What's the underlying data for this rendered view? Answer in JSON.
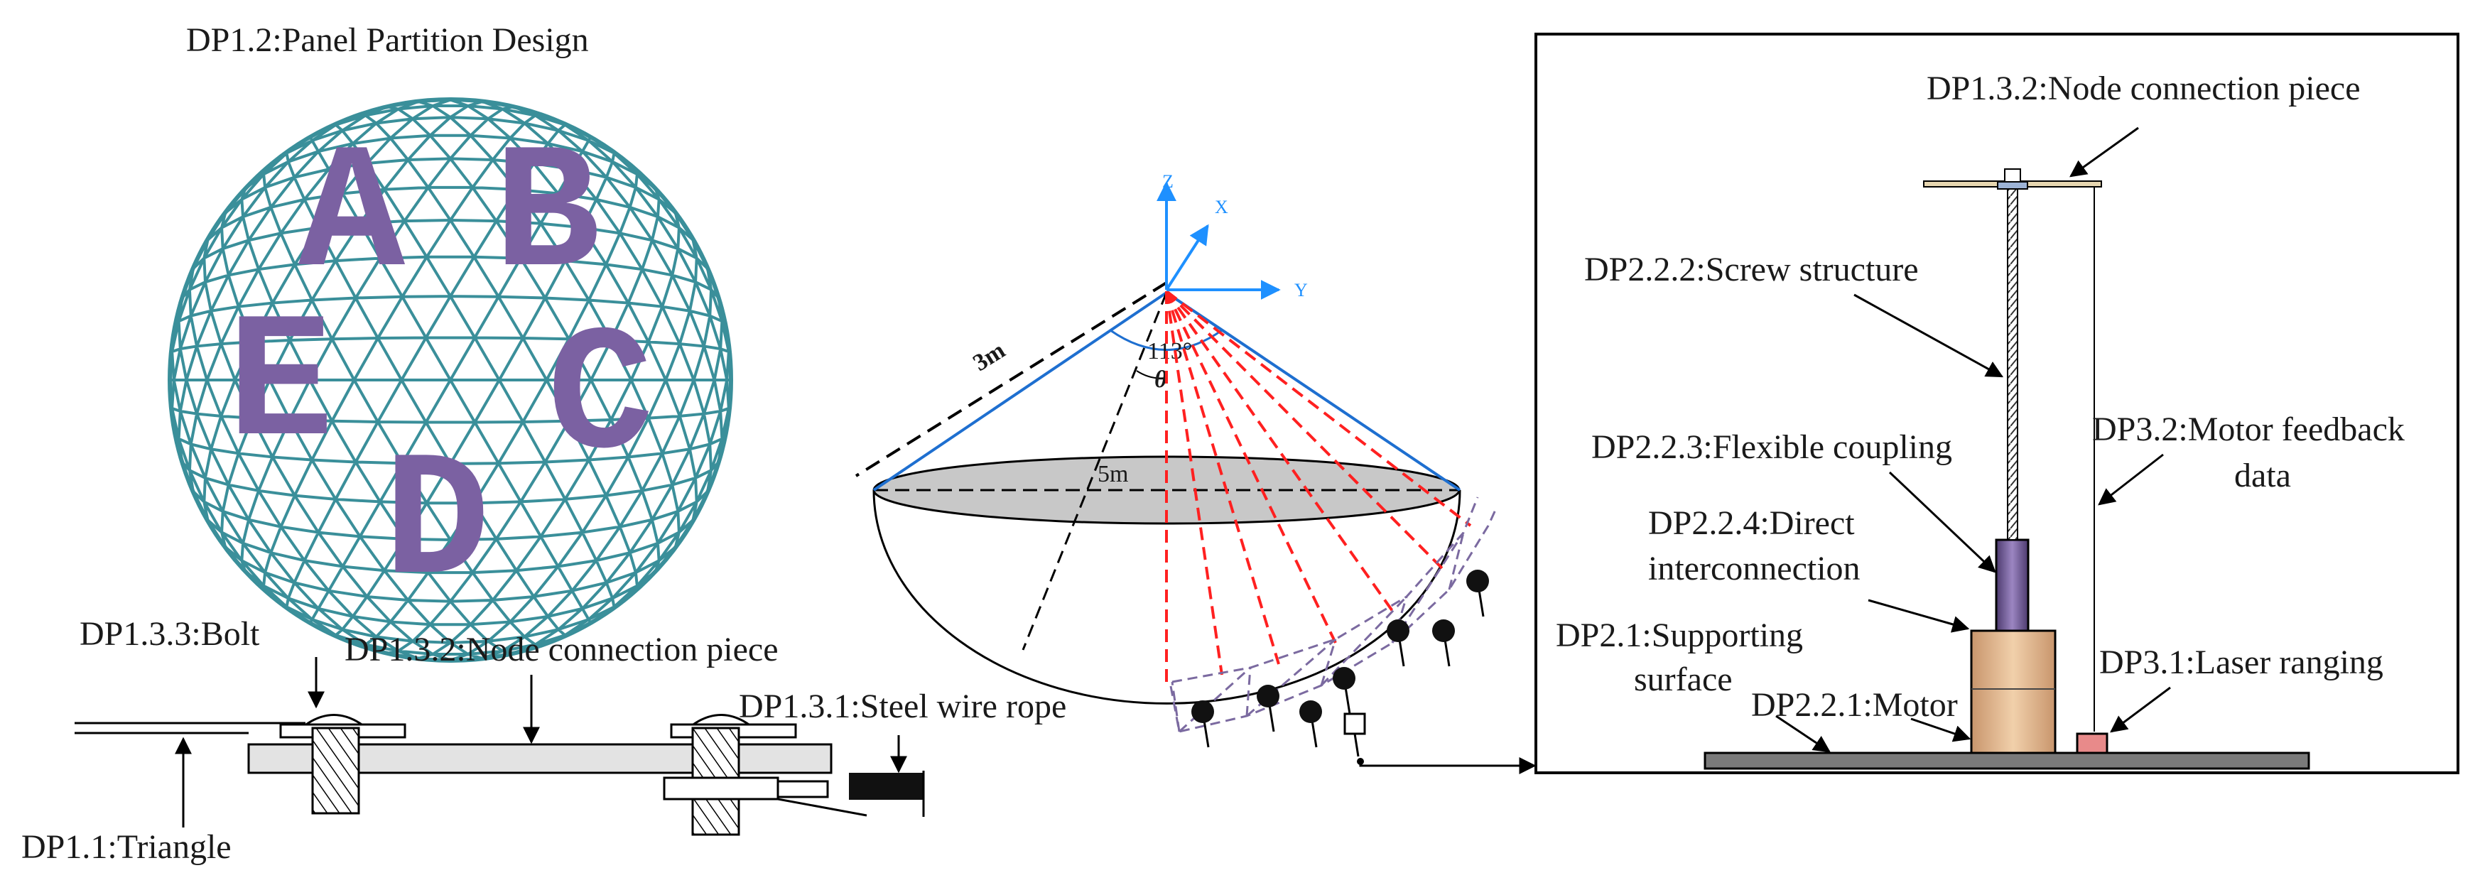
{
  "panel_partition": {
    "title": "DP1.2:Panel Partition Design",
    "zone_letters": [
      "A",
      "B",
      "C",
      "D",
      "E"
    ],
    "mesh_color": "#3a8f9a",
    "letter_color": "#7b61a2"
  },
  "node_detail": {
    "bolt_label": "DP1.3.3:Bolt",
    "node_piece_label": "DP1.3.2:Node connection piece",
    "wire_rope_label": "DP1.3.1:Steel wire rope",
    "triangle_label": "DP1.1:Triangle"
  },
  "dish": {
    "side_label": "3m",
    "diameter_label": "5m",
    "angle_label": "113°",
    "theta_label": "θ",
    "axis_x": "X",
    "axis_y": "Y",
    "axis_z": "Z",
    "ray_color": "#ff2020",
    "axis_color": "#1e90ff"
  },
  "actuator_panel": {
    "node_piece_label": "DP1.3.2:Node connection piece",
    "screw_label": "DP2.2.2:Screw structure",
    "coupling_label": "DP2.2.3:Flexible coupling",
    "direct_line1": "DP2.2.4:Direct",
    "direct_line2": "interconnection",
    "support_line1": "DP2.1:Supporting",
    "support_line2": "surface",
    "motor_label": "DP2.2.1:Motor",
    "feedback_line1": "DP3.2:Motor feedback",
    "feedback_line2": "data",
    "laser_label": "DP3.1:Laser ranging"
  }
}
